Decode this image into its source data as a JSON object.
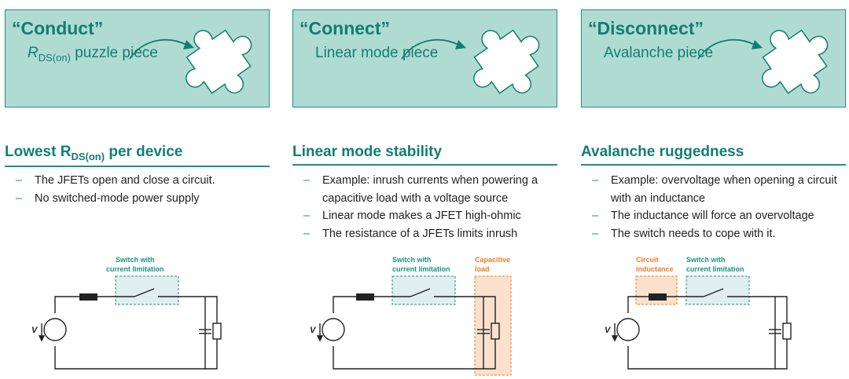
{
  "columns": [
    {
      "card": {
        "title": "“Conduct”",
        "sub_main": "R",
        "sub_script": "DS(on)",
        "sub_tail": " puzzle piece"
      },
      "section": {
        "title_main": "Lowest R",
        "title_sub": "DS(on)",
        "title_tail": " per device"
      },
      "bullets": [
        "The JFETs open and close a circuit.",
        "No switched-mode power supply"
      ],
      "circuit": {
        "source_label": "V",
        "switch_label_line1": "Switch with",
        "switch_label_line2": "current limitation"
      }
    },
    {
      "card": {
        "title": "“Connect”",
        "sub": "Linear mode piece"
      },
      "section": {
        "title": "Linear mode stability"
      },
      "bullets": [
        "Example: inrush currents when powering a capacitive load with a voltage source",
        "Linear mode makes a JFET high-ohmic",
        "The resistance of a JFETs limits inrush"
      ],
      "circuit": {
        "source_label": "V",
        "switch_label_line1": "Switch with",
        "switch_label_line2": "current limitation",
        "load_label_line1": "Capacitive",
        "load_label_line2": "load"
      }
    },
    {
      "card": {
        "title": "“Disconnect”",
        "sub": "Avalanche piece"
      },
      "section": {
        "title": "Avalanche ruggedness"
      },
      "bullets": [
        "Example: overvoltage when opening a circuit with an inductance",
        "The inductance will force an overvoltage",
        "The switch needs to cope with it."
      ],
      "circuit": {
        "source_label": "V",
        "ind_label_line1": "Circuit",
        "ind_label_line2": "inductance",
        "switch_label_line1": "Switch with",
        "switch_label_line2": "current limitation"
      }
    }
  ],
  "colors": {
    "teal": "#1a9282",
    "card_fill": "#b0dbd3",
    "orange": "#ee7a26",
    "orange_fill": "#fbe1cc"
  }
}
